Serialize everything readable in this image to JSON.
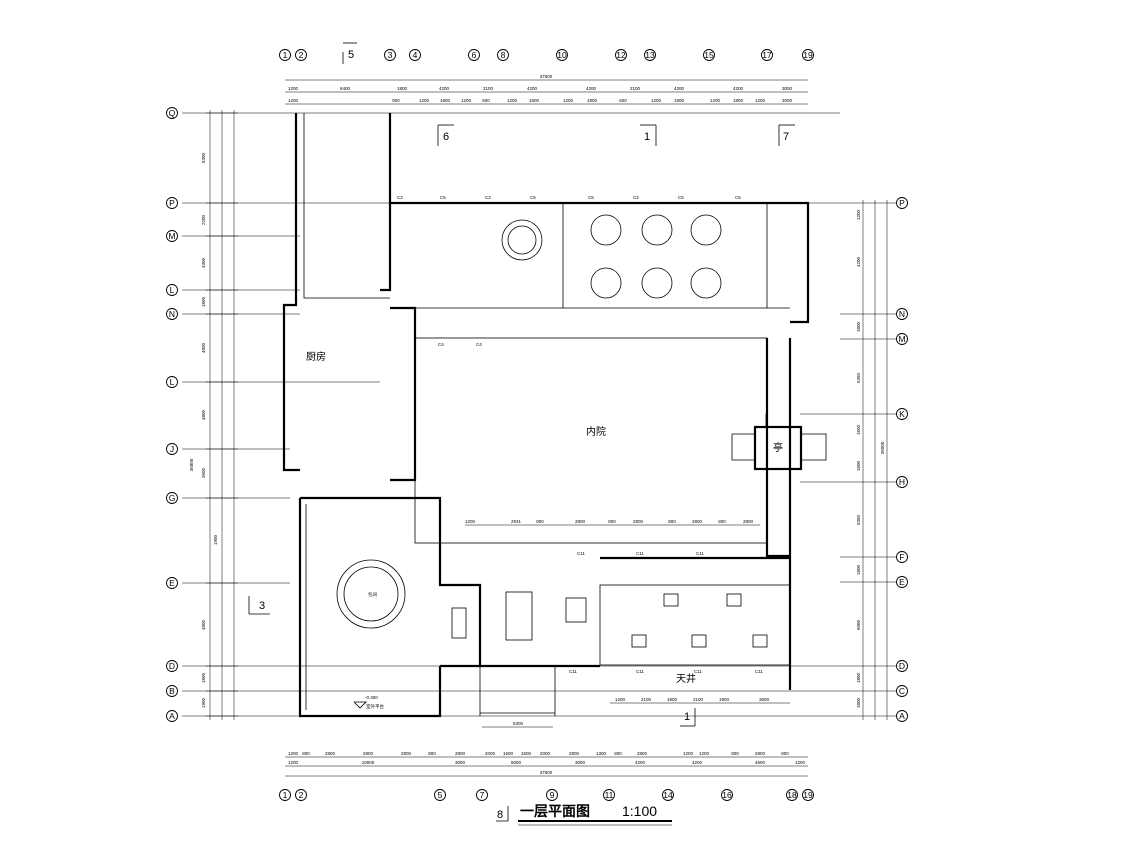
{
  "drawing": {
    "title": "一层平面图",
    "scale": "1:100",
    "title_mark": "8"
  },
  "rooms": {
    "kitchen": "厨房",
    "courtyard": "内院",
    "pavilion": "亭",
    "patio": "天井",
    "table_label": "包间"
  },
  "axes": {
    "top": [
      "1",
      "2",
      "3",
      "4",
      "6",
      "8",
      "10",
      "12",
      "13",
      "15",
      "17",
      "19"
    ],
    "bottom": [
      "1",
      "2",
      "5",
      "7",
      "9",
      "11",
      "14",
      "16",
      "18",
      "19"
    ],
    "left": [
      "Q",
      "P",
      "M",
      "L",
      "N",
      "L",
      "J",
      "G",
      "E",
      "D",
      "B",
      "A"
    ],
    "right": [
      "P",
      "N",
      "M",
      "K",
      "H",
      "F",
      "E",
      "D",
      "C",
      "A"
    ]
  },
  "section_marks": [
    "5",
    "6",
    "1",
    "7",
    "3",
    "1"
  ],
  "dims": {
    "top_total": "37600",
    "top_row1": [
      "1200",
      "6400",
      "1800",
      "4200",
      "2100",
      "4200",
      "4200",
      "2100",
      "4200",
      "4200",
      "3000"
    ],
    "top_row2": [
      "1200",
      "900",
      "1200",
      "1800",
      "1200",
      "600",
      "1200",
      "1800",
      "1200",
      "1800",
      "600",
      "1200",
      "1800",
      "1200",
      "1800",
      "1200",
      "3000"
    ],
    "bottom_total": "37600",
    "bottom_row1": [
      "1200",
      "10000",
      "3000",
      "5000",
      "3000",
      "4200",
      "4200",
      "4600",
      "1200"
    ],
    "bottom_row2": [
      "1200",
      "800",
      "2800",
      "2800",
      "2800",
      "800",
      "2800",
      "2000",
      "1500",
      "1500",
      "2000",
      "2800",
      "1300",
      "800",
      "2800",
      "1200",
      "1200",
      "800",
      "2800",
      "800"
    ],
    "bottom_sub": [
      "1200",
      "2100",
      "1900",
      "2100",
      "1900",
      "3600"
    ],
    "bottom_small": "5300",
    "corridor_dims": [
      "1200",
      "2931",
      "900",
      "2800",
      "800",
      "2800",
      "800",
      "2800",
      "800",
      "2800"
    ],
    "left_col": [
      "6300",
      "2200",
      "4300",
      "1800",
      "4800",
      "4800",
      "3600",
      "1900",
      "4800",
      "1800",
      "1900",
      "1800"
    ],
    "right_col": [
      "1200",
      "4200",
      "1800",
      "5350",
      "1600",
      "1600",
      "5350",
      "1800",
      "6000",
      "1800",
      "1800"
    ],
    "left_total": "36800",
    "right_total": "36000",
    "elev": "-0.300",
    "elev_note": "室外平台"
  },
  "labels": {
    "c2": "C2",
    "c5": "C5",
    "c4": "C4",
    "c11": "C11"
  }
}
